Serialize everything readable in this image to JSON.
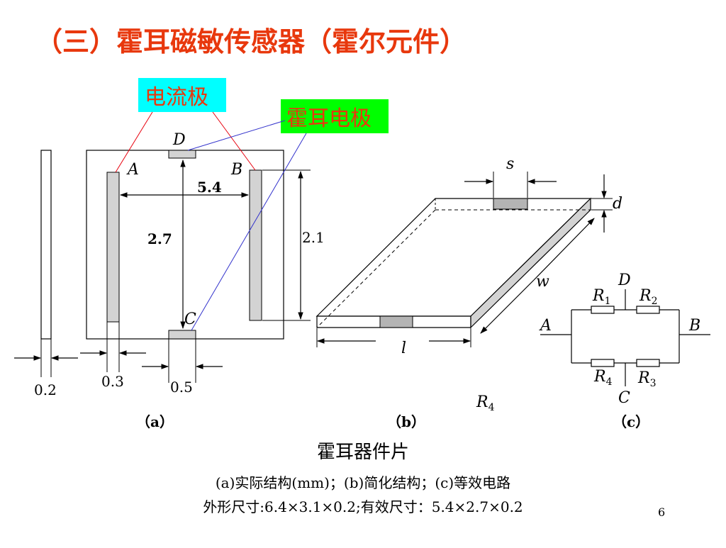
{
  "title": "（三）霍耳磁敏传感器（霍尔元件）",
  "colors": {
    "title": "#e8380d",
    "callout_current": "#00ffff",
    "callout_hall": "#00ff00",
    "callout_text": "#e8380d",
    "lead_red": "#e8000d",
    "lead_blue": "#3333cc",
    "electrode_fill": "#d3d3d3"
  },
  "callouts": {
    "current_electrode": "电流极",
    "hall_electrode": "霍耳电极"
  },
  "figure_a": {
    "label_D": "D",
    "label_A": "A",
    "label_B": "B",
    "label_C": "C",
    "dim_width": "5.4",
    "dim_height": "2.7",
    "dim_electrode_len": "2.1",
    "dim_thickness": "0.2",
    "dim_electrode_w": "0.3",
    "dim_hall_w": "0.5",
    "caption": "（a）"
  },
  "figure_b": {
    "label_s": "s",
    "label_d": "d",
    "label_w": "w",
    "label_l": "l",
    "label_R": "R",
    "label_R_sub": "4",
    "caption": "（b）"
  },
  "figure_c": {
    "label_D": "D",
    "label_A": "A",
    "label_B": "B",
    "label_C": "C",
    "R": "R",
    "r1_sub": "1",
    "r2_sub": "2",
    "r3_sub": "3",
    "r4_sub": "4",
    "caption": "（c）"
  },
  "caption": {
    "line1": "霍耳器件片",
    "line2": "(a)实际结构(mm)；(b)简化结构；(c)等效电路",
    "line3": "外形尺寸:6.4×3.1×0.2;有效尺寸：5.4×2.7×0.2"
  },
  "page_number": "6"
}
